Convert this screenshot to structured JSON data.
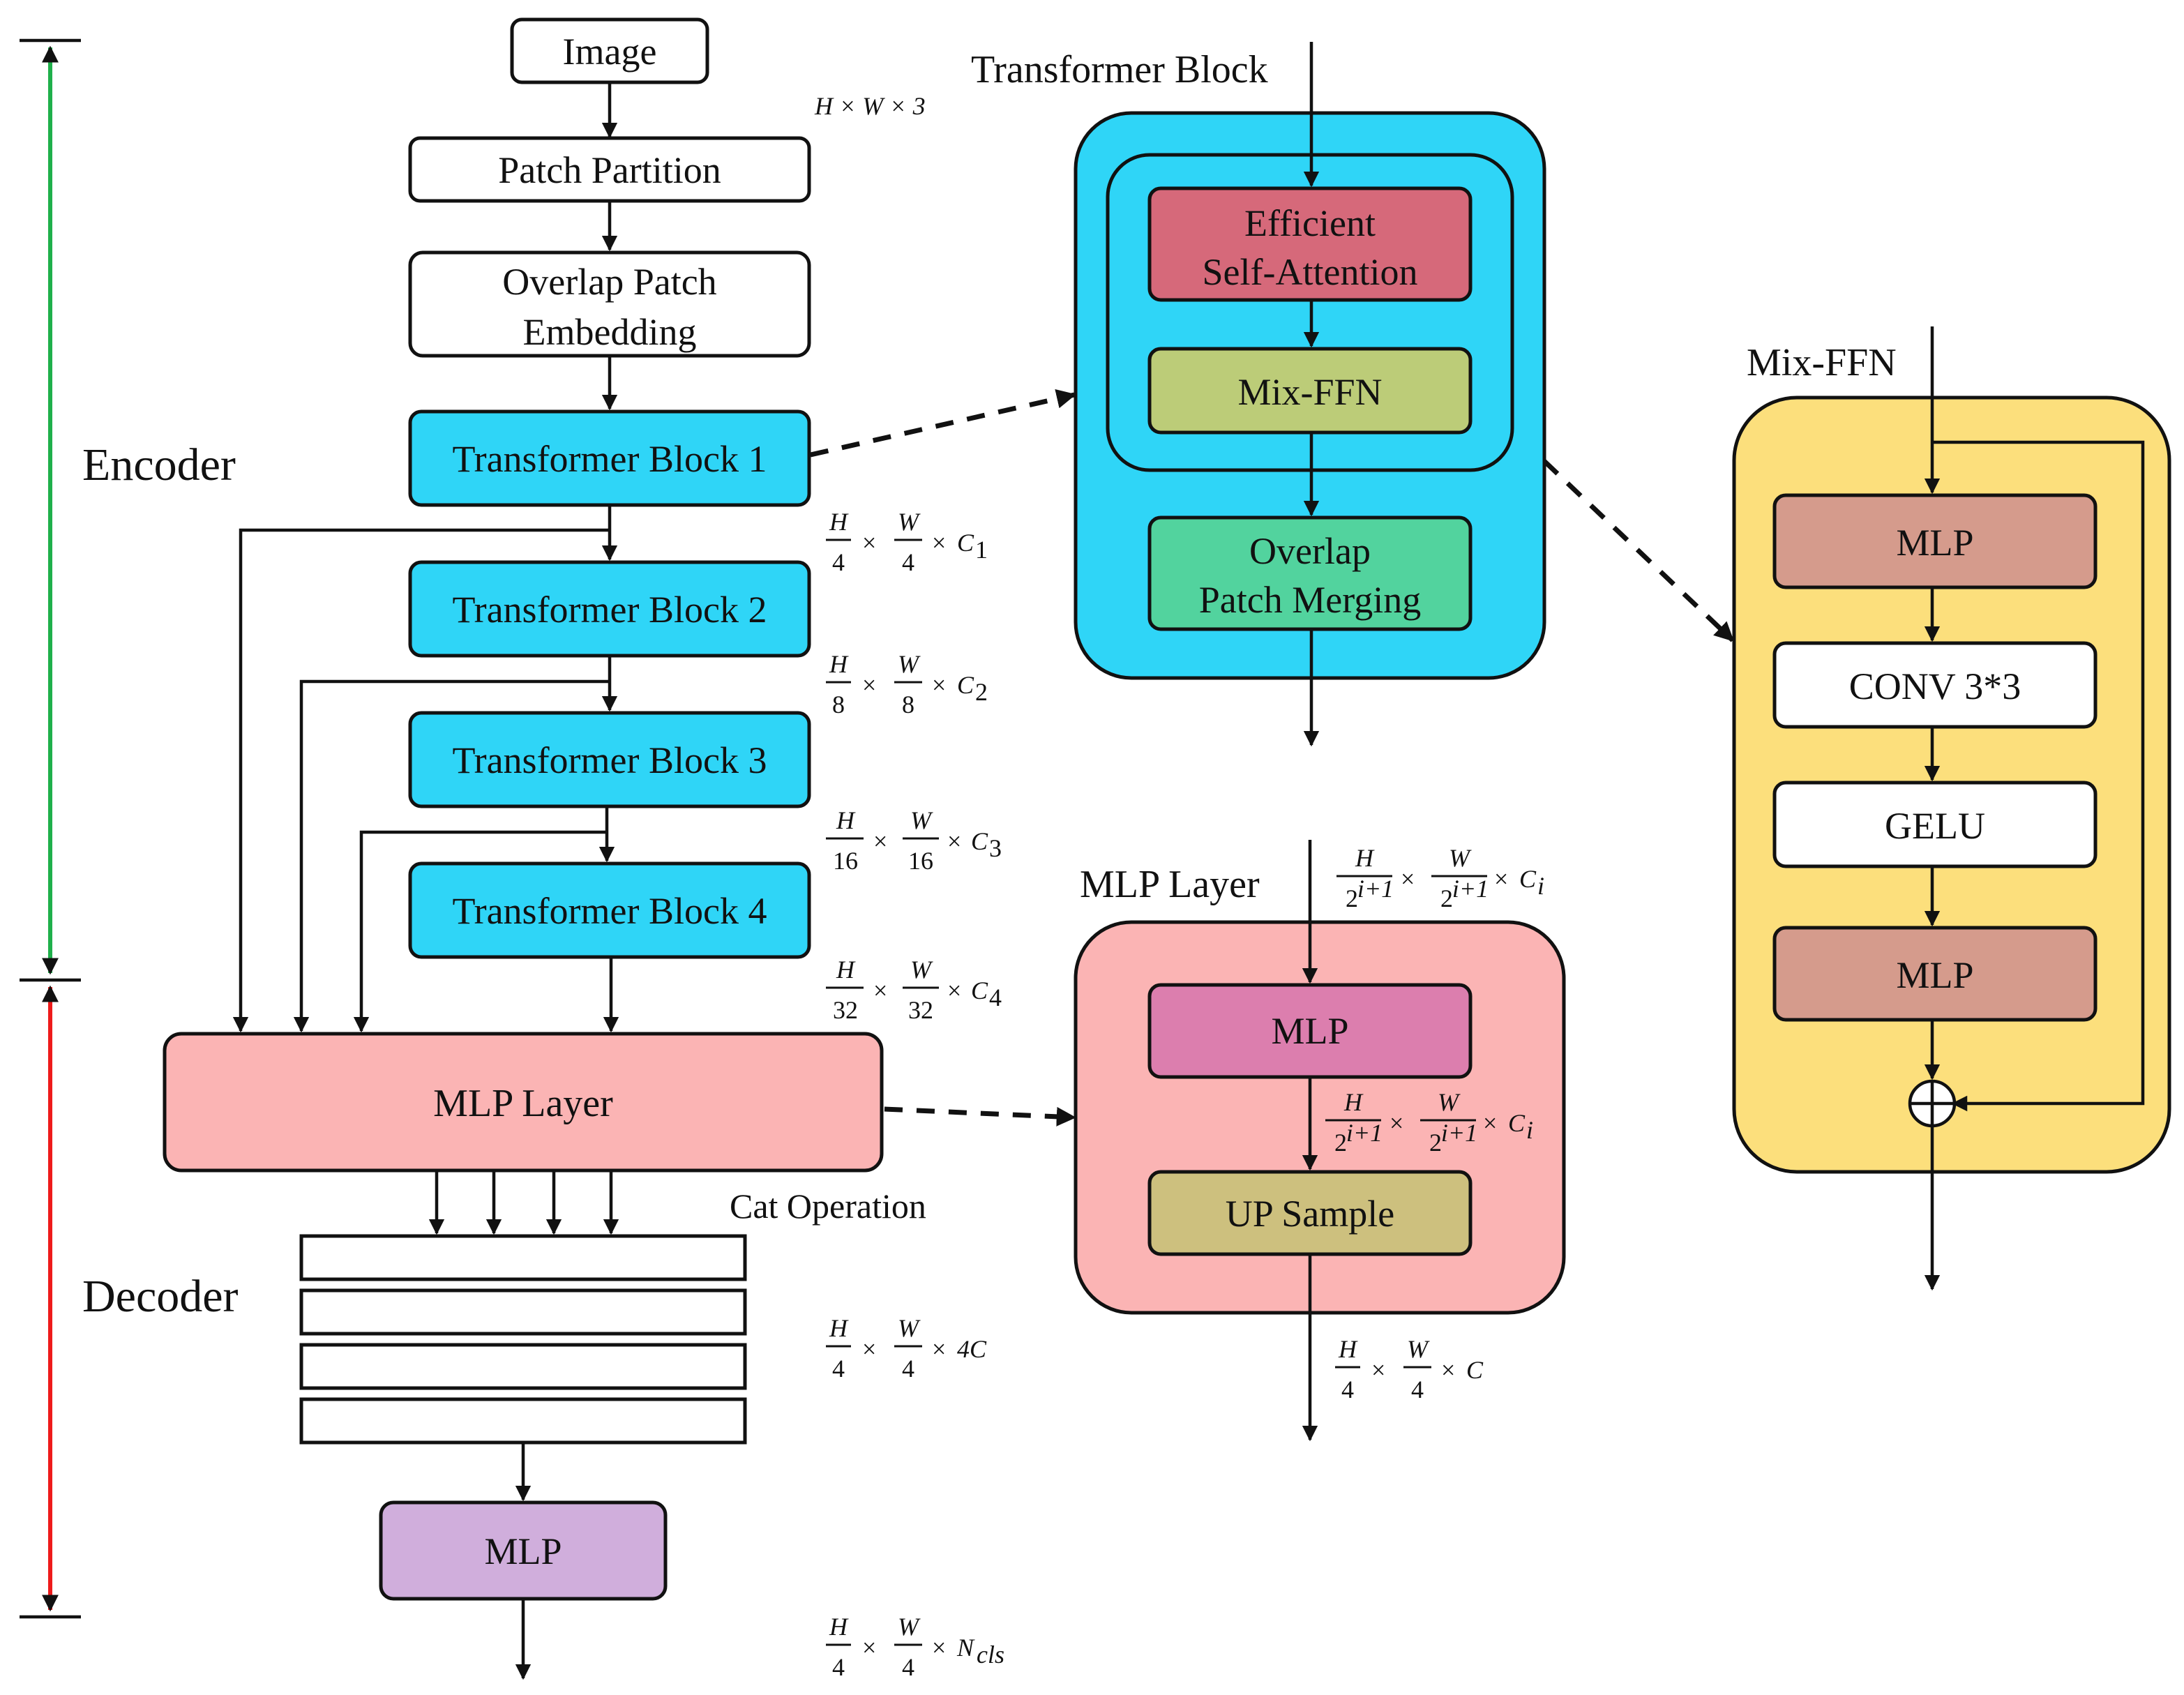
{
  "colors": {
    "transformer": "#2fd5f7",
    "attention": "#d6697a",
    "mixffn": "#bccc78",
    "merge": "#52d39e",
    "mlp_layer": "#fbb4b4",
    "mlp_in_layer": "#dc7eae",
    "upsample": "#cdc07e",
    "mix_panel": "#fcdf7c",
    "mix_mlp": "#d59b8c",
    "head_mlp": "#d0aedc",
    "encoder_bar": "#1fb04b",
    "decoder_bar": "#ee1b1b"
  },
  "left": {
    "image": "Image",
    "patch_partition": "Patch Partition",
    "overlap_embed_1": "Overlap Patch",
    "overlap_embed_2": "Embedding",
    "tb1": "Transformer Block 1",
    "tb2": "Transformer Block 2",
    "tb3": "Transformer Block 3",
    "tb4": "Transformer Block 4",
    "mlp_layer": "MLP Layer",
    "cat_operation": "Cat Operation",
    "mlp_head": "MLP",
    "encoder": "Encoder",
    "decoder": "Decoder"
  },
  "dims": {
    "input": {
      "text": "H × W × 3"
    },
    "d1": {
      "num": "H",
      "den1": "4",
      "num2": "W",
      "den2": "4",
      "ch": "C",
      "sub": "1"
    },
    "d2": {
      "num": "H",
      "den1": "8",
      "num2": "W",
      "den2": "8",
      "ch": "C",
      "sub": "2"
    },
    "d3": {
      "num": "H",
      "den1": "16",
      "num2": "W",
      "den2": "16",
      "ch": "C",
      "sub": "3"
    },
    "d4": {
      "num": "H",
      "den1": "32",
      "num2": "W",
      "den2": "32",
      "ch": "C",
      "sub": "4"
    },
    "cat": {
      "num": "H",
      "den1": "4",
      "num2": "W",
      "den2": "4",
      "ch": "4C",
      "sub": ""
    },
    "out": {
      "num": "H",
      "den1": "4",
      "num2": "W",
      "den2": "4",
      "ch": "N",
      "sub": "cls"
    },
    "mlp_in": {
      "num": "H",
      "den1": "2",
      "exp1": "i+1",
      "num2": "W",
      "den2": "2",
      "exp2": "i+1",
      "ch": "C",
      "sub": "i"
    },
    "mlp_mid": {
      "num": "H",
      "den1": "2",
      "exp1": "i+1",
      "num2": "W",
      "den2": "2",
      "exp2": "i+1",
      "ch": "C",
      "sub": "i"
    },
    "mlp_out": {
      "num": "H",
      "den1": "4",
      "num2": "W",
      "den2": "4",
      "ch": "C",
      "sub": ""
    }
  },
  "transformer_block": {
    "title": "Transformer Block",
    "attention_1": "Efficient",
    "attention_2": "Self-Attention",
    "mixffn": "Mix-FFN",
    "merge_1": "Overlap",
    "merge_2": "Patch Merging"
  },
  "mlp_detail": {
    "title": "MLP Layer",
    "mlp": "MLP",
    "upsample": "UP Sample"
  },
  "mixffn_detail": {
    "title": "Mix-FFN",
    "mlp1": "MLP",
    "conv": "CONV 3*3",
    "gelu": "GELU",
    "mlp2": "MLP"
  }
}
